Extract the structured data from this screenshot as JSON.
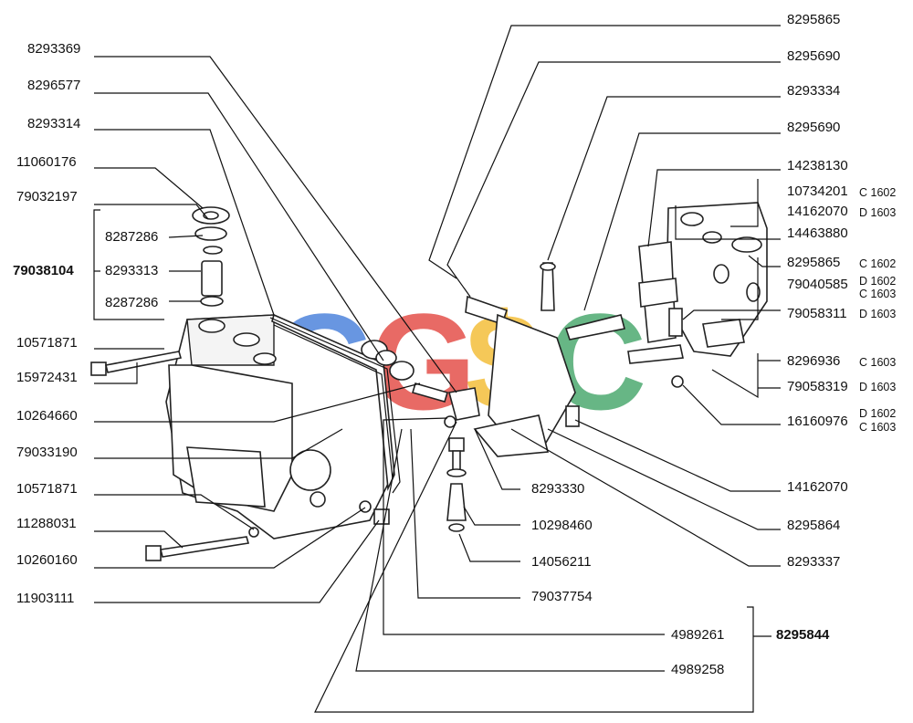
{
  "left_labels": [
    {
      "id": "l1",
      "text": "8293369",
      "bold": false
    },
    {
      "id": "l2",
      "text": "8296577",
      "bold": false
    },
    {
      "id": "l3",
      "text": "8293314",
      "bold": false
    },
    {
      "id": "l4",
      "text": "11060176",
      "bold": false
    },
    {
      "id": "l5",
      "text": "79032197",
      "bold": false
    },
    {
      "id": "l6",
      "text": "8287286",
      "bold": false
    },
    {
      "id": "l7",
      "text": "79038104",
      "bold": true
    },
    {
      "id": "l8",
      "text": "8293313",
      "bold": false
    },
    {
      "id": "l9",
      "text": "8287286",
      "bold": false
    },
    {
      "id": "l10",
      "text": "10571871",
      "bold": false
    },
    {
      "id": "l11",
      "text": "15972431",
      "bold": false
    },
    {
      "id": "l12",
      "text": "10264660",
      "bold": false
    },
    {
      "id": "l13",
      "text": "79033190",
      "bold": false
    },
    {
      "id": "l14",
      "text": "10571871",
      "bold": false
    },
    {
      "id": "l15",
      "text": "11288031",
      "bold": false
    },
    {
      "id": "l16",
      "text": "10260160",
      "bold": false
    },
    {
      "id": "l17",
      "text": "11903111",
      "bold": false
    }
  ],
  "right_labels": [
    {
      "id": "r1",
      "text": "8295865",
      "bold": false
    },
    {
      "id": "r2",
      "text": "8295690",
      "bold": false
    },
    {
      "id": "r3",
      "text": "8293334",
      "bold": false
    },
    {
      "id": "r4",
      "text": "8295690",
      "bold": false
    },
    {
      "id": "r5",
      "text": "14238130",
      "bold": false
    },
    {
      "id": "r6",
      "text": "10734201",
      "bold": false
    },
    {
      "id": "r7",
      "text": "14162070",
      "bold": false
    },
    {
      "id": "r8",
      "text": "14463880",
      "bold": false
    },
    {
      "id": "r9",
      "text": "8295865",
      "bold": false
    },
    {
      "id": "r10",
      "text": "79040585",
      "bold": false
    },
    {
      "id": "r11",
      "text": "79058311",
      "bold": false
    },
    {
      "id": "r12",
      "text": "8296936",
      "bold": false
    },
    {
      "id": "r13",
      "text": "79058319",
      "bold": false
    },
    {
      "id": "r14",
      "text": "16160976",
      "bold": false
    },
    {
      "id": "r15",
      "text": "14162070",
      "bold": false
    },
    {
      "id": "r16",
      "text": "8295864",
      "bold": false
    },
    {
      "id": "r17",
      "text": "8293337",
      "bold": false
    }
  ],
  "center_labels": [
    {
      "id": "c1",
      "text": "8293330",
      "bold": false
    },
    {
      "id": "c2",
      "text": "10298460",
      "bold": false
    },
    {
      "id": "c3",
      "text": "14056211",
      "bold": false
    },
    {
      "id": "c4",
      "text": "79037754",
      "bold": false
    },
    {
      "id": "c5",
      "text": "4989261",
      "bold": false
    },
    {
      "id": "c6",
      "text": "4989258",
      "bold": false
    },
    {
      "id": "c7",
      "text": "8295844",
      "bold": true
    }
  ],
  "notes": [
    {
      "id": "n1",
      "text": "C 1602"
    },
    {
      "id": "n2",
      "text": "D 1603"
    },
    {
      "id": "n3",
      "text": "C 1602"
    },
    {
      "id": "n4",
      "text": "D 1602"
    },
    {
      "id": "n5",
      "text": "C 1603"
    },
    {
      "id": "n6",
      "text": "D 1603"
    },
    {
      "id": "n7",
      "text": "C 1603"
    },
    {
      "id": "n8",
      "text": "D 1603"
    },
    {
      "id": "n9",
      "text": "D 1602"
    },
    {
      "id": "n10",
      "text": "C 1603"
    }
  ],
  "watermark": {
    "letters": [
      "C",
      "G",
      "$",
      "C"
    ],
    "colors": [
      "#2f6fd6",
      "#e0322a",
      "#f2b318",
      "#2e9a57"
    ]
  }
}
